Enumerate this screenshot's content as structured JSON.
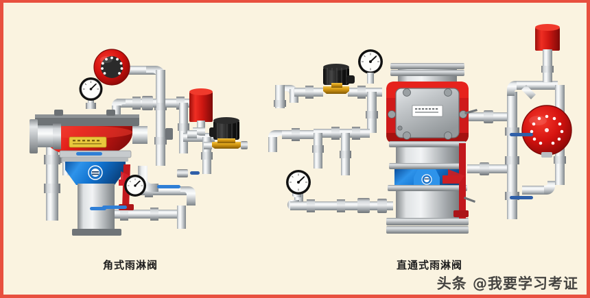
{
  "figure": {
    "background_color": "#faf3e0",
    "border_color": "#e8503f",
    "watermark": "头条 @我要学习考证"
  },
  "panels": [
    {
      "id": "angle-deluge-valve",
      "caption": "角式雨淋阀",
      "components": [
        {
          "name": "water-motor-alarm-bell",
          "color": "#e01b1b"
        },
        {
          "name": "pressure-gauge",
          "color": "#ffffff"
        },
        {
          "name": "diaphragm-dome",
          "color": "#e01b1b"
        },
        {
          "name": "nameplate",
          "color": "#e8c83c"
        },
        {
          "name": "valve-body",
          "color": "#1f7fe0"
        },
        {
          "name": "handwheel",
          "color": "#d6202a"
        },
        {
          "name": "pressure-switch",
          "color": "#d61f1f"
        },
        {
          "name": "solenoid-valve",
          "color": "#d99a11"
        },
        {
          "name": "piping",
          "color": "#c8cbce"
        }
      ]
    },
    {
      "id": "straight-through-deluge-valve",
      "caption": "直通式雨淋阀",
      "components": [
        {
          "name": "water-motor-alarm-bell",
          "color": "#d4101b"
        },
        {
          "name": "pressure-gauge",
          "color": "#ffffff"
        },
        {
          "name": "valve-body",
          "color": "#cf1a1a"
        },
        {
          "name": "cover-plate",
          "color": "#b9bcbf"
        },
        {
          "name": "nameplate",
          "color": "#ffffff"
        },
        {
          "name": "manual-station",
          "color": "#1f7fe0"
        },
        {
          "name": "handwheel",
          "color": "#cc1f24"
        },
        {
          "name": "pressure-switch",
          "color": "#d61f1f"
        },
        {
          "name": "solenoid-valve",
          "color": "#d99a11"
        },
        {
          "name": "piping",
          "color": "#c8cbce"
        }
      ]
    }
  ],
  "colors": {
    "pipe_light": "#eef0f1",
    "pipe_mid": "#c3c7ca",
    "pipe_dark": "#8d9295",
    "red": "#d8201f",
    "red_dark": "#8f1010",
    "blue": "#1f7fe0",
    "blue_dark": "#0e4f94",
    "brass": "#d99a11",
    "black": "#1a1a1a",
    "blue_mark": "#2f5fa8"
  }
}
